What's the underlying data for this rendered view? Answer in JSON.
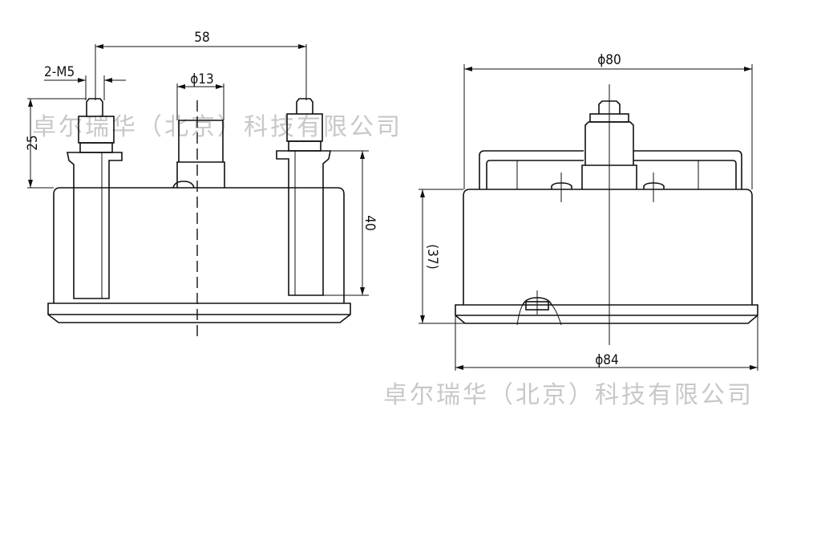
{
  "front_view": {
    "dim_terminal_spacing": "58",
    "dim_thread": "2-M5",
    "dim_center_diameter": "ϕ13",
    "dim_terminal_height": "25",
    "dim_body_depth": "40"
  },
  "side_view": {
    "dim_body_diameter": "ϕ80",
    "dim_body_height": "(37)",
    "dim_flange_diameter": "ϕ84"
  },
  "watermark": {
    "text_top": "卓尔瑞华（北京）科技有限公司",
    "text_bottom": "卓尔瑞华（北京）科技有限公司"
  }
}
